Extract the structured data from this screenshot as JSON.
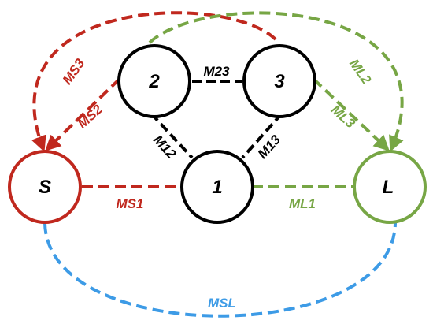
{
  "colors": {
    "source": "#c0281e",
    "load": "#77a645",
    "bypass": "#3d9be6",
    "resonator": "#000000",
    "background": "#ffffff"
  },
  "nodes": {
    "S": "S",
    "L": "L",
    "n1": "1",
    "n2": "2",
    "n3": "3"
  },
  "edges": {
    "MS1": "MS1",
    "MS2": "MS2",
    "MS3": "MS3",
    "ML1": "ML1",
    "ML2": "ML2",
    "ML3": "ML3",
    "M12": "M12",
    "M13": "M13",
    "M23": "M23",
    "MSL": "MSL"
  }
}
